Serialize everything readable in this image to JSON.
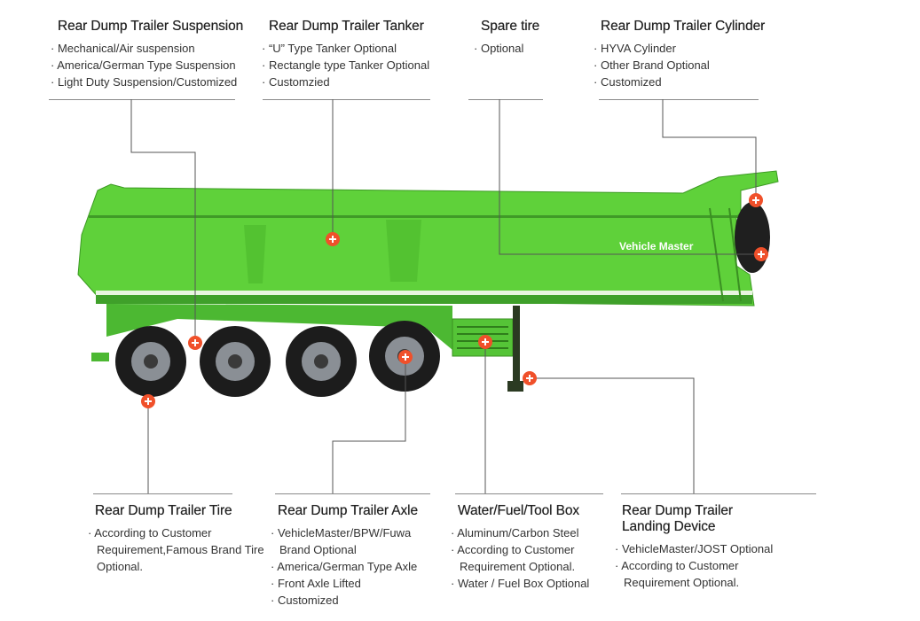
{
  "brand_text": "Vehicle Master",
  "colors": {
    "body": "#5fd13a",
    "accent_marker": "#f0502a",
    "line": "#555555"
  },
  "top_sections": [
    {
      "title": "Rear Dump Trailer Suspension",
      "items": [
        "Mechanical/Air suspension",
        "America/German Type Suspension",
        "Light Duty Suspension/Customized"
      ]
    },
    {
      "title": "Rear Dump Trailer Tanker",
      "items": [
        "“U” Type Tanker Optional",
        "Rectangle type Tanker Optional",
        "Customzied"
      ]
    },
    {
      "title": "Spare tire",
      "items": [
        "Optional"
      ]
    },
    {
      "title": "Rear Dump Trailer Cylinder",
      "items": [
        "HYVA Cylinder",
        "Other Brand Optional",
        "Customized"
      ]
    }
  ],
  "bottom_sections": [
    {
      "title": "Rear Dump Trailer Tire",
      "items": [
        "According to Customer Requirement,Famous Brand Tire Optional."
      ]
    },
    {
      "title": "Rear Dump Trailer Axle",
      "items": [
        "VehicleMaster/BPW/Fuwa Brand Optional",
        "America/German Type Axle",
        "Front Axle Lifted",
        "Customized"
      ]
    },
    {
      "title": "Water/Fuel/Tool Box",
      "items": [
        "Aluminum/Carbon Steel",
        "According to Customer Requirement Optional.",
        "Water / Fuel Box Optional"
      ]
    },
    {
      "title": "Rear Dump Trailer Landing Device",
      "items": [
        "VehicleMaster/JOST Optional",
        "According to Customer Requirement Optional."
      ]
    }
  ]
}
